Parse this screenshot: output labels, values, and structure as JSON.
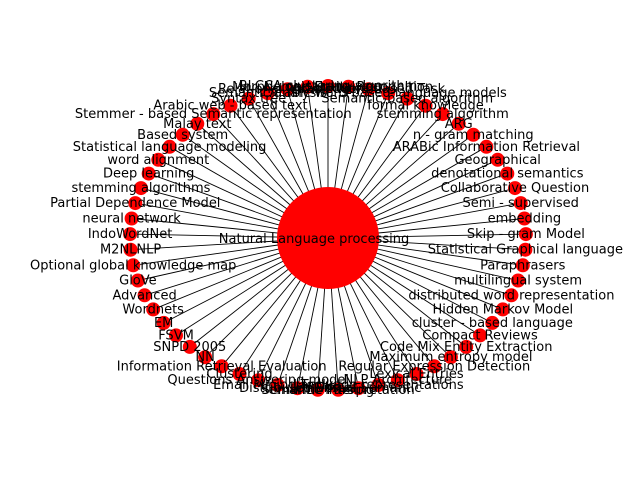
{
  "colors": {
    "node": "#ff0000",
    "edge": "#000000",
    "label": "#000000",
    "background": "#ffffff"
  },
  "hub": {
    "label": "Natural Language processing"
  },
  "nodes": [
    "BLCCA clustering algorithm",
    "Named Entity Recognition",
    "Arabic word-based Task",
    "Arabic word-based language models",
    "Semantic-based algorithm",
    "formal knowledge",
    "stemming algorithm",
    "ARG",
    "n - gram matching",
    "ARABic Information Retrieval",
    "Geographical",
    "denotational semantics",
    "Collaborative Question",
    "Semi - supervised",
    "embedding",
    "Skip - gram Model",
    "Statistical Graphical language",
    "Paraphrasers",
    "multilingual system",
    "distributed word representation",
    "Hidden Markov Model",
    "cluster - based language",
    "Compact Reviews",
    "Code Mix Entity Extraction",
    "Maximum entropy model",
    "Regular Expression Detection",
    "Lexical Entries",
    "NLP Architecture",
    "Language representations",
    "Universal Semantic",
    "semantic interpretation",
    "Semantic Parsing",
    "Distributed Ensuri",
    "Email Mining Toolkit",
    "Questions Answering model",
    "Clustering",
    "Information Retrieval Evaluation",
    "NN",
    "SNPD 2005",
    "FSVM",
    "EM",
    "Wordnets",
    "Advanced",
    "GloVe",
    "Optional global knowledge map",
    "M2NLNLP",
    "IndoWordNet",
    "neural network",
    "Partial Dependence Model",
    "stemming algorithms",
    "Deep learning",
    "word alignment",
    "Statistical language modeling",
    "Based system",
    "Malay text",
    "Stemmer - based Semantic representation",
    "Arabic web - based text",
    "Syntax tree",
    "Semantic analysis",
    "Relational knowledge",
    "Morphological analyzer"
  ]
}
